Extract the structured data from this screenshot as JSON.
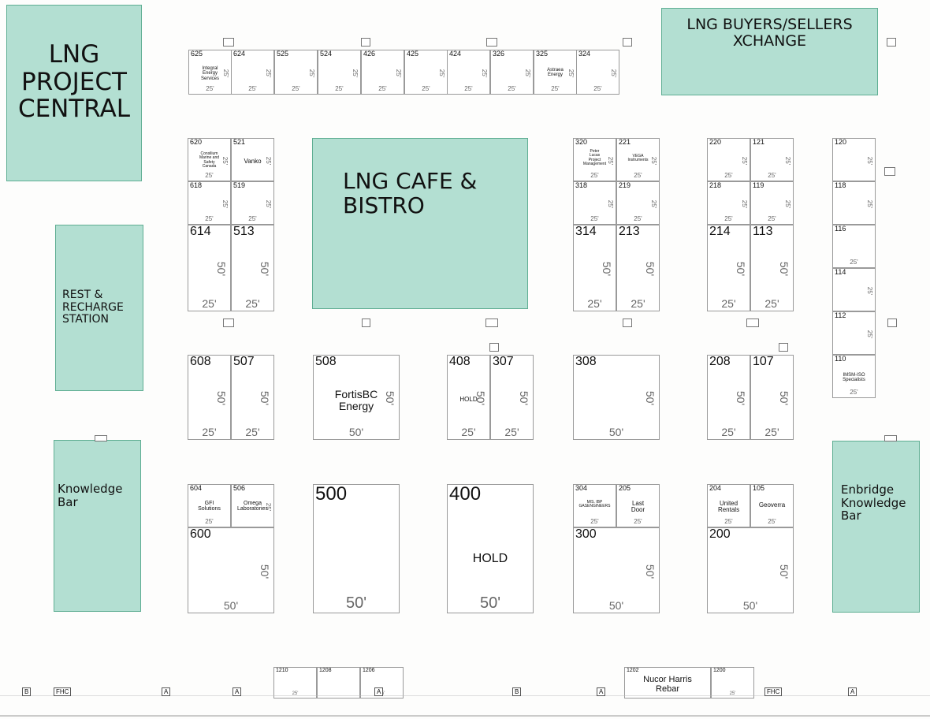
{
  "colors": {
    "feature_fill": "#b3dfd2",
    "feature_border": "#5fae93",
    "booth_border": "#9a9a9a"
  },
  "features": [
    {
      "id": "lng-project-central",
      "label": "LNG\nPROJECT\nCENTRAL",
      "align": "center"
    },
    {
      "id": "lng-buyers-sellers-xchange",
      "label": "LNG BUYERS/SELLERS\nXCHANGE",
      "align": "center"
    },
    {
      "id": "lng-cafe-bistro",
      "label": "LNG CAFE &\nBISTRO",
      "align": "left"
    },
    {
      "id": "rest-recharge-station",
      "label": "REST &\nRECHARGE\nSTATION",
      "align": "left"
    },
    {
      "id": "knowledge-bar",
      "label": "Knowledge\nBar",
      "align": "left"
    },
    {
      "id": "enbridge-knowledge-bar",
      "label": "Enbridge\nKnowledge\nBar",
      "align": "left"
    }
  ],
  "booths": [
    {
      "n": "625",
      "e": "Integral\nEnergy\nServices",
      "w": "25'",
      "h": "25'"
    },
    {
      "n": "624",
      "e": "",
      "w": "25'",
      "h": "25'"
    },
    {
      "n": "525",
      "e": "",
      "w": "25'",
      "h": "25'"
    },
    {
      "n": "524",
      "e": "",
      "w": "25'",
      "h": "25'"
    },
    {
      "n": "426",
      "e": "",
      "w": "25'",
      "h": "25'"
    },
    {
      "n": "425",
      "e": "",
      "w": "25'",
      "h": "25'"
    },
    {
      "n": "424",
      "e": "",
      "w": "25'",
      "h": "25'"
    },
    {
      "n": "326",
      "e": "",
      "w": "25'",
      "h": "25'"
    },
    {
      "n": "325",
      "e": "Astraea\nEnergy",
      "w": "25'",
      "h": "25'"
    },
    {
      "n": "324",
      "e": "",
      "w": "25'",
      "h": "25'"
    },
    {
      "n": "620",
      "e": "Consilium\nMarine and\nSafety\nCanada",
      "w": "25'",
      "h": "25'"
    },
    {
      "n": "521",
      "e": "Vanko",
      "w": "",
      "h": "25'"
    },
    {
      "n": "618",
      "e": "",
      "w": "25'",
      "h": "25'"
    },
    {
      "n": "519",
      "e": "",
      "w": "25'",
      "h": "25'"
    },
    {
      "n": "614",
      "e": "",
      "w": "25'",
      "h": "50'"
    },
    {
      "n": "513",
      "e": "",
      "w": "25'",
      "h": "50'"
    },
    {
      "n": "320",
      "e": "Peter\nLucas\nProject\nManagement",
      "w": "25'",
      "h": "25'"
    },
    {
      "n": "221",
      "e": "VEGA\nInstruments",
      "w": "25'",
      "h": "25'"
    },
    {
      "n": "318",
      "e": "",
      "w": "25'",
      "h": "25'"
    },
    {
      "n": "219",
      "e": "",
      "w": "25'",
      "h": "25'"
    },
    {
      "n": "314",
      "e": "",
      "w": "25'",
      "h": "50'"
    },
    {
      "n": "213",
      "e": "",
      "w": "25'",
      "h": "50'"
    },
    {
      "n": "220",
      "e": "",
      "w": "25'",
      "h": "25'"
    },
    {
      "n": "121",
      "e": "",
      "w": "25'",
      "h": "25'"
    },
    {
      "n": "218",
      "e": "",
      "w": "25'",
      "h": "25'"
    },
    {
      "n": "119",
      "e": "",
      "w": "25'",
      "h": "25'"
    },
    {
      "n": "214",
      "e": "",
      "w": "25'",
      "h": "50'"
    },
    {
      "n": "113",
      "e": "",
      "w": "25'",
      "h": "50'"
    },
    {
      "n": "120",
      "e": "",
      "w": "",
      "h": "25'"
    },
    {
      "n": "118",
      "e": "",
      "w": "",
      "h": "25'"
    },
    {
      "n": "116",
      "e": "",
      "w": "25'",
      "h": ""
    },
    {
      "n": "114",
      "e": "",
      "w": "",
      "h": "25'"
    },
    {
      "n": "112",
      "e": "",
      "w": "",
      "h": "25'"
    },
    {
      "n": "110",
      "e": "IMSM-ISO\nSpecialists",
      "w": "25'",
      "h": ""
    },
    {
      "n": "608",
      "e": "",
      "w": "25'",
      "h": "50'"
    },
    {
      "n": "507",
      "e": "",
      "w": "25'",
      "h": "50'"
    },
    {
      "n": "508",
      "e": "FortisBC\nEnergy",
      "w": "50'",
      "h": "50'"
    },
    {
      "n": "408",
      "e": "HOLD",
      "w": "25'",
      "h": "50'"
    },
    {
      "n": "307",
      "e": "",
      "w": "25'",
      "h": "50'"
    },
    {
      "n": "308",
      "e": "",
      "w": "50'",
      "h": "50'"
    },
    {
      "n": "208",
      "e": "",
      "w": "25'",
      "h": "50'"
    },
    {
      "n": "107",
      "e": "",
      "w": "25'",
      "h": "50'"
    },
    {
      "n": "604",
      "e": "GFI\nSolutions",
      "w": "25'",
      "h": ""
    },
    {
      "n": "506",
      "e": "Omega\nLaboratories",
      "w": "",
      "h": "25'"
    },
    {
      "n": "600",
      "e": "",
      "w": "50'",
      "h": "50'"
    },
    {
      "n": "500",
      "e": "",
      "w": "50'",
      "h": ""
    },
    {
      "n": "400",
      "e": "HOLD",
      "w": "50'",
      "h": ""
    },
    {
      "n": "304",
      "e": "M/S. IBP\nGASENGINEERS",
      "w": "25'",
      "h": ""
    },
    {
      "n": "205",
      "e": "Last\nDoor",
      "w": "25'",
      "h": ""
    },
    {
      "n": "300",
      "e": "",
      "w": "50'",
      "h": "50'"
    },
    {
      "n": "204",
      "e": "United\nRentals",
      "w": "25'",
      "h": ""
    },
    {
      "n": "105",
      "e": "Geoverra",
      "w": "25'",
      "h": ""
    },
    {
      "n": "200",
      "e": "",
      "w": "50'",
      "h": "50'"
    },
    {
      "n": "1210",
      "e": "",
      "w": "25'",
      "h": ""
    },
    {
      "n": "1208",
      "e": "",
      "w": "",
      "h": ""
    },
    {
      "n": "1206",
      "e": "",
      "w": "25'",
      "h": ""
    },
    {
      "n": "1202",
      "e": "Nucor Harris\nRebar",
      "w": "",
      "h": ""
    },
    {
      "n": "1200",
      "e": "",
      "w": "25'",
      "h": ""
    }
  ],
  "wall_labels": [
    "B",
    "FHC",
    "A",
    "A",
    "A",
    "B",
    "A",
    "FHC",
    "A"
  ]
}
